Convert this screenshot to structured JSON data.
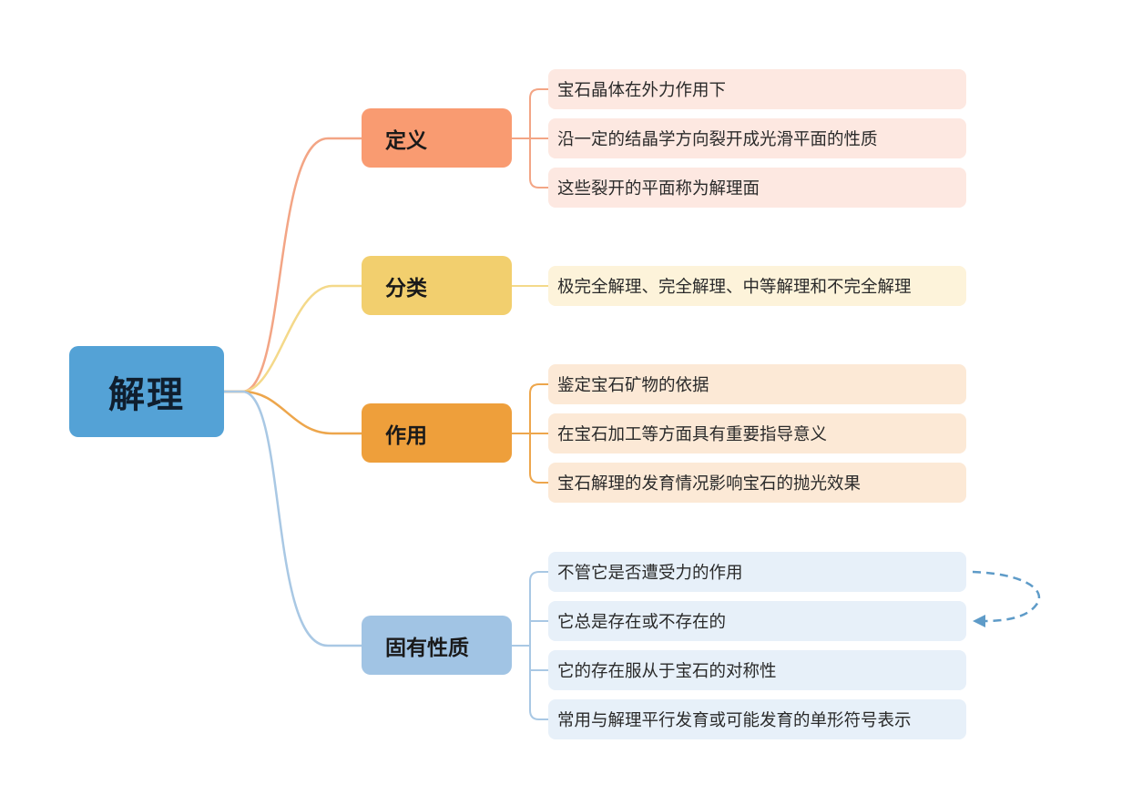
{
  "root": {
    "label": "解理"
  },
  "colors": {
    "root": "#54a2d6",
    "definition": "#f99b71",
    "classification": "#f2cf6e",
    "function": "#ee9f3b",
    "properties": "#a1c4e4"
  },
  "branches": [
    {
      "id": "definition",
      "label": "定义",
      "items": [
        "宝石晶体在外力作用下",
        "沿一定的结晶学方向裂开成光滑平面的性质",
        "这些裂开的平面称为解理面"
      ]
    },
    {
      "id": "classification",
      "label": "分类",
      "items": [
        "极完全解理、完全解理、中等解理和不完全解理"
      ]
    },
    {
      "id": "function",
      "label": "作用",
      "items": [
        "鉴定宝石矿物的依据",
        "在宝石加工等方面具有重要指导意义",
        "宝石解理的发育情况影响宝石的抛光效果"
      ]
    },
    {
      "id": "properties",
      "label": "固有性质",
      "items": [
        "不管它是否遭受力的作用",
        "它总是存在或不存在的",
        "它的存在服从于宝石的对称性",
        "常用与解理平行发育或可能发育的单形符号表示"
      ]
    }
  ]
}
